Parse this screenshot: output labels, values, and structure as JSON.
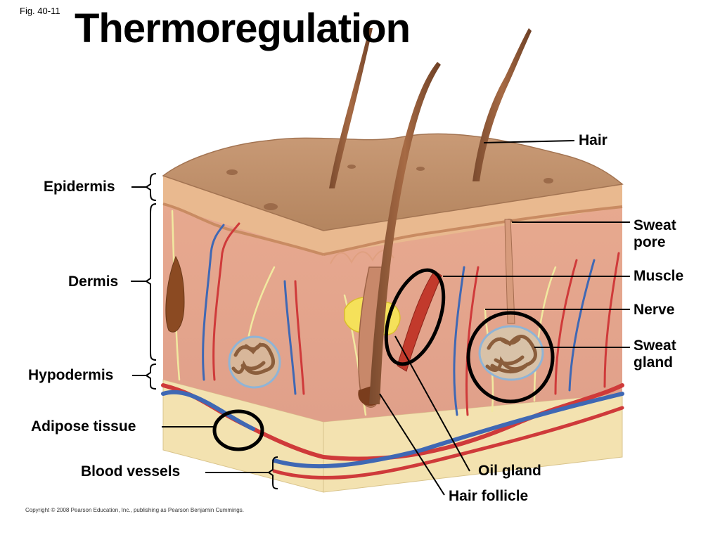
{
  "figure_label": "Fig. 40-11",
  "title": "Thermoregulation",
  "labels": {
    "hair": "Hair",
    "epidermis": "Epidermis",
    "dermis": "Dermis",
    "hypodermis": "Hypodermis",
    "adipose_tissue": "Adipose tissue",
    "blood_vessels": "Blood vessels",
    "sweat_pore_line1": "Sweat",
    "sweat_pore_line2": "pore",
    "muscle": "Muscle",
    "nerve": "Nerve",
    "sweat_gland_line1": "Sweat",
    "sweat_gland_line2": "gland",
    "oil_gland": "Oil gland",
    "hair_follicle": "Hair follicle"
  },
  "copyright": "Copyright © 2008 Pearson Education, Inc., publishing as Pearson Benjamin Cummings."
}
